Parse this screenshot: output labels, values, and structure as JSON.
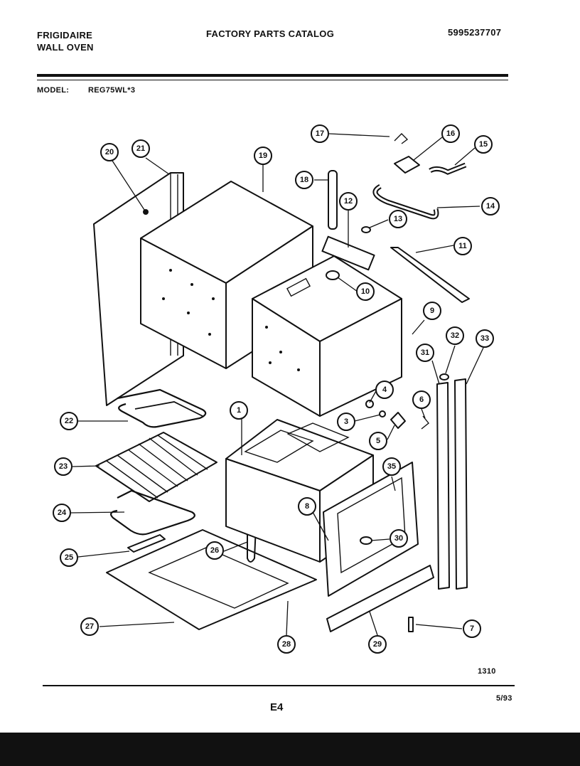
{
  "header": {
    "brand": "FRIGIDAIRE",
    "product": "WALL OVEN",
    "catalog_title": "FACTORY PARTS CATALOG",
    "catalog_number": "5995237707",
    "model_label": "MODEL:",
    "model_value": "REG75WL*3"
  },
  "diagram": {
    "callouts": [
      "1",
      "3",
      "4",
      "5",
      "6",
      "7",
      "8",
      "9",
      "10",
      "11",
      "12",
      "13",
      "14",
      "15",
      "16",
      "17",
      "18",
      "19",
      "20",
      "21",
      "22",
      "23",
      "24",
      "25",
      "26",
      "27",
      "28",
      "29",
      "30",
      "31",
      "32",
      "33",
      "35",
      "16"
    ]
  },
  "footer": {
    "drawing_number": "1310",
    "page_code": "E4",
    "date": "5/93"
  }
}
